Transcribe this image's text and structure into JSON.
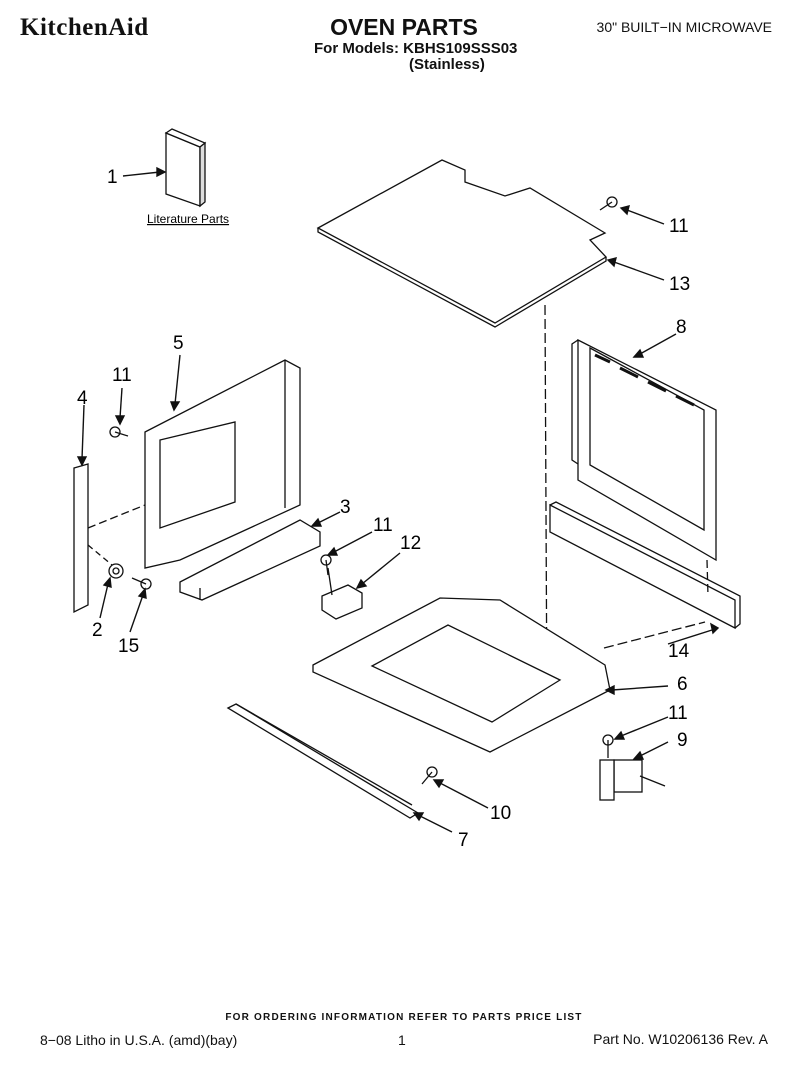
{
  "header": {
    "brand": "KitchenAid",
    "title": "OVEN PARTS",
    "models_line": "For Models: KBHS109SSS03",
    "variant": "(Stainless)",
    "product": "30\" BUILT−IN MICROWAVE"
  },
  "diagram": {
    "literature_label": "Literature Parts",
    "callouts": [
      "1",
      "13",
      "11",
      "5",
      "4",
      "11",
      "3",
      "11",
      "12",
      "8",
      "2",
      "15",
      "14",
      "6",
      "11",
      "9",
      "10",
      "7"
    ]
  },
  "footer": {
    "ordering_note": "FOR ORDERING INFORMATION REFER TO PARTS PRICE LIST",
    "litho": "8−08 Litho in U.S.A. (amd)(bay)",
    "page_number": "1",
    "part_number": "Part No. W10206136 Rev. A"
  }
}
